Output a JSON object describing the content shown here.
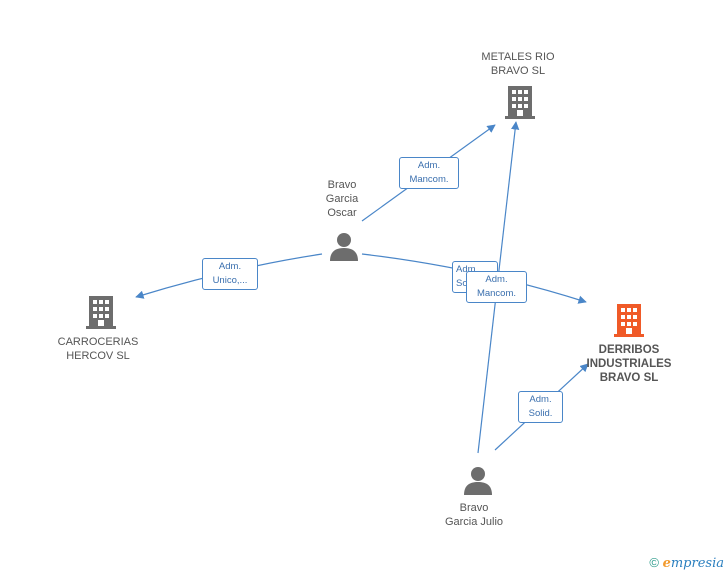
{
  "nodes": {
    "metales": {
      "label_line1": "METALES RIO",
      "label_line2": "BRAVO SL",
      "kind": "company",
      "color": "#6d6d6d"
    },
    "carrocerias": {
      "label_line1": "CARROCERIAS",
      "label_line2": "HERCOV SL",
      "kind": "company",
      "color": "#6d6d6d"
    },
    "derribos": {
      "label_line1": "DERRIBOS",
      "label_line2": "INDUSTRIALES",
      "label_line3": "BRAVO SL",
      "kind": "company-main",
      "color": "#f05a28"
    },
    "oscar": {
      "label_line1": "Bravo",
      "label_line2": "Garcia",
      "label_line3": "Oscar",
      "kind": "person",
      "color": "#6d6d6d"
    },
    "julio": {
      "label_line1": "Bravo",
      "label_line2": "Garcia Julio",
      "kind": "person",
      "color": "#6d6d6d"
    }
  },
  "edges": {
    "oscar_metales": {
      "line1": "Adm.",
      "line2": "Mancom."
    },
    "oscar_carrocerias": {
      "line1": "Adm.",
      "line2": "Unico,..."
    },
    "oscar_derribos": {
      "line1": "Adm.",
      "line2": "Sol."
    },
    "julio_metales": {
      "line1": "Adm.",
      "line2": "Mancom."
    },
    "julio_derribos": {
      "line1": "Adm.",
      "line2": "Solid."
    }
  },
  "edge_color": "#4a86c8",
  "footer": {
    "copyright": "©",
    "brand_initial": "e",
    "brand_rest": "mpresia"
  }
}
